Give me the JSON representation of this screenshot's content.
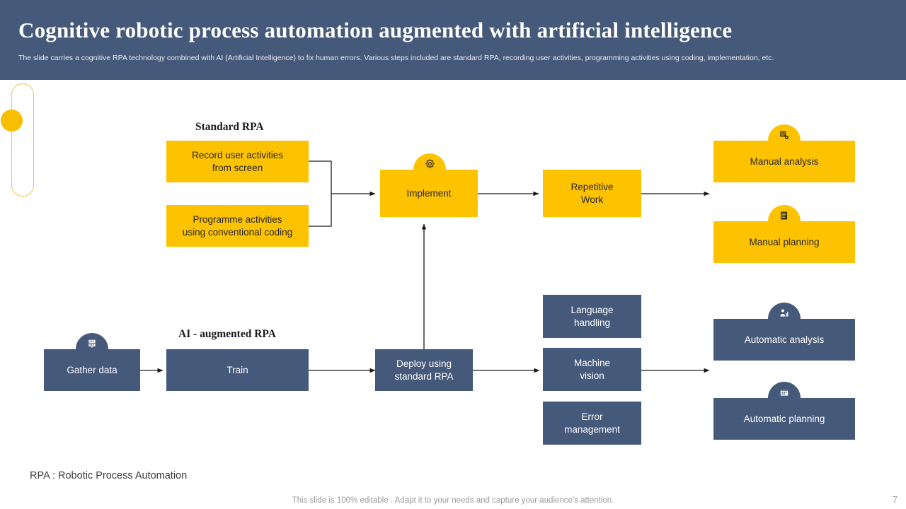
{
  "header": {
    "title": "Cognitive robotic process automation augmented with artificial intelligence",
    "subtitle": "The slide carries a cognitive RPA technology combined with AI (Artificial Intelligence) to fix human errors. Various steps included are standard RPA, recording user activities, programming activities using coding, implementation, etc.",
    "background_color": "#45597A",
    "title_color": "#FFFFFF"
  },
  "colors": {
    "yellow": "#FDC300",
    "blue": "#45597A",
    "deco_outline": "#F2C14B",
    "deco_dot": "#F8BF00",
    "connector": "#1A1A1A",
    "page_background": "#FFFFFF"
  },
  "decorations": {
    "pill_name": "rounded-pill-outline",
    "dot_name": "yellow-circle-dot"
  },
  "sections": {
    "standard_rpa_label": "Standard RPA",
    "ai_augmented_rpa_label": "AI - augmented RPA"
  },
  "standard_rpa_flow": {
    "inputs": [
      {
        "label": "Record user activities from screen",
        "line1": "Record user activities",
        "line2": "from screen"
      },
      {
        "label": "Programme activities using conventional coding",
        "line1": "Programme activities",
        "line2": "using conventional coding"
      }
    ],
    "implement": {
      "label": "Implement",
      "icon": "gear-icon"
    },
    "repetitive_work": {
      "line1": "Repetitive",
      "line2": "Work"
    },
    "outputs": [
      {
        "label": "Manual analysis",
        "icon": "chart-report-icon"
      },
      {
        "label": "Manual planning",
        "icon": "clipboard-plan-icon"
      }
    ]
  },
  "ai_rpa_flow": {
    "gather_data": {
      "label": "Gather data",
      "icon": "database-icon"
    },
    "train": {
      "label": "Train"
    },
    "deploy": {
      "label": "Deploy using standard RPA",
      "line1": "Deploy using",
      "line2": "standard RPA"
    },
    "capabilities": [
      {
        "label": "Language handling",
        "line1": "Language",
        "line2": "handling"
      },
      {
        "label": "Machine vision",
        "line1": "Machine",
        "line2": "vision"
      },
      {
        "label": "Error management",
        "line1": "Error",
        "line2": "management"
      }
    ],
    "outputs": [
      {
        "label": "Automatic analysis",
        "icon": "person-analytics-icon"
      },
      {
        "label": "Automatic planning",
        "icon": "calendar-plan-icon"
      }
    ]
  },
  "footnote": "RPA : Robotic Process Automation",
  "footer": {
    "note": "This slide is 100% editable . Adapt it to your needs and capture your audience's attention.",
    "page_number": "7"
  }
}
